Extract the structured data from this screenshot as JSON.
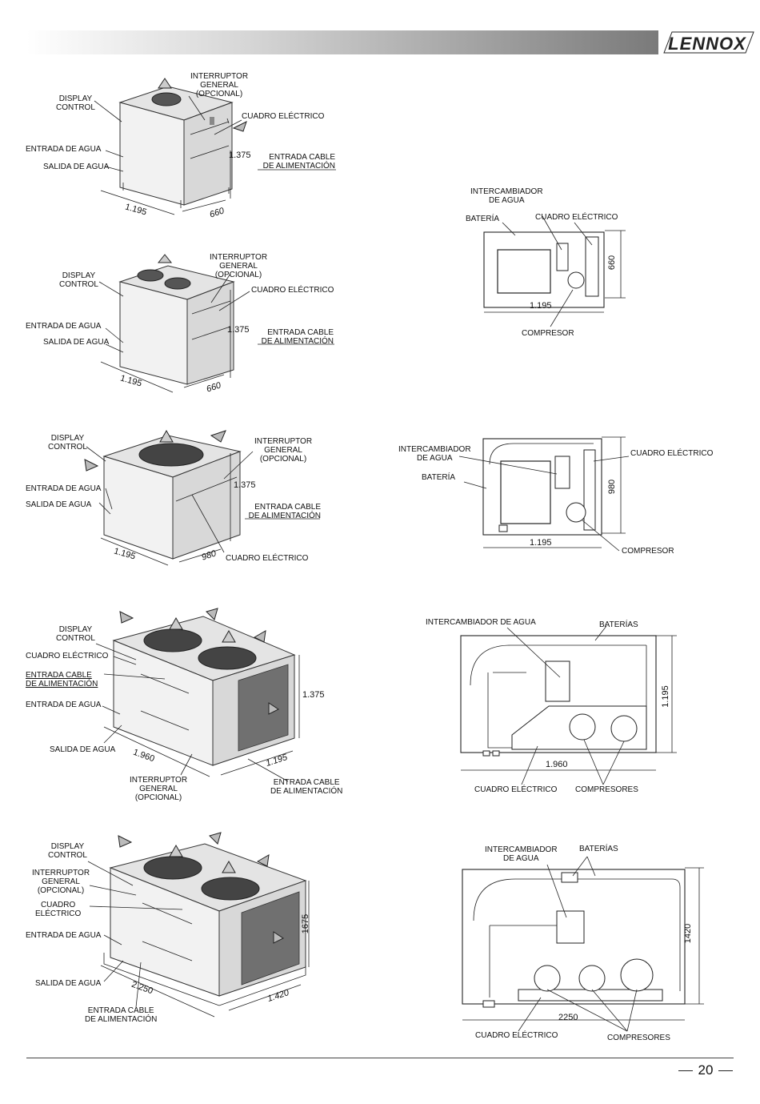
{
  "brand": "LENNOX",
  "page_number": "20",
  "labels": {
    "display_control_1": "DISPLAY",
    "display_control_2": "CONTROL",
    "interruptor_1": "INTERRUPTOR",
    "interruptor_2": "GENERAL",
    "interruptor_3": "(OPCIONAL)",
    "cuadro_electrico": "CUADRO ELÉCTRICO",
    "cuadro_1": "CUADRO",
    "cuadro_2": "ELÉCTRICO",
    "entrada_agua": "ENTRADA DE AGUA",
    "salida_agua": "SALIDA DE AGUA",
    "entrada_cable_1": "ENTRADA CABLE",
    "entrada_cable_2": "DE ALIMENTACIÓN",
    "intercambiador_1": "INTERCAMBIADOR",
    "intercambiador_2": "DE AGUA",
    "intercambiador_full": "INTERCAMBIADOR DE AGUA",
    "bateria": "BATERÍA",
    "baterias": "BATERÍAS",
    "compresor": "COMPRESOR",
    "compresores": "COMPRESORES"
  },
  "dims": {
    "d1375": "1.375",
    "d1195": "1.195",
    "d660": "660",
    "d980": "980",
    "d1960": "1.960",
    "d1675": "1675",
    "d2250": "2.250",
    "d1420": "1.420",
    "d2250p": "2250",
    "d1420p": "1420"
  }
}
